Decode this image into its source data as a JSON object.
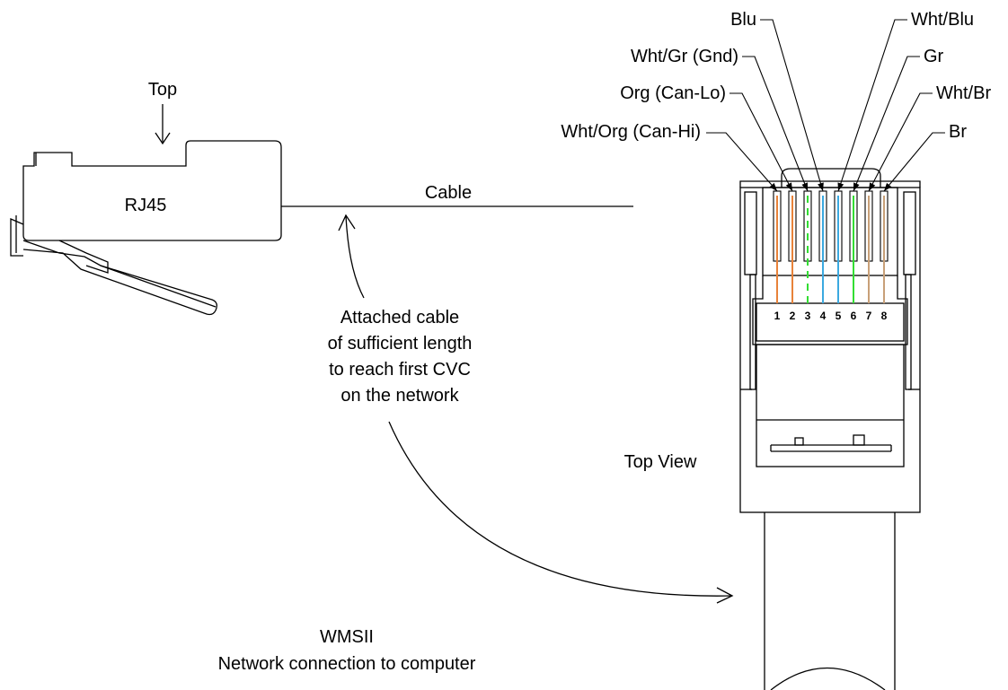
{
  "plug_side": {
    "name": "RJ45",
    "top_label": "Top"
  },
  "cable_label": "Cable",
  "cable_note": [
    "Attached cable",
    "of sufficient length",
    "to reach first CVC",
    "on the network"
  ],
  "top_view_label": "Top View",
  "footer": {
    "line1": "WMSII",
    "line2": "Network connection to computer"
  },
  "wire_labels": {
    "pin1": "Wht/Org (Can-Hi)",
    "pin2": "Org (Can-Lo)",
    "pin3": "Wht/Gr (Gnd)",
    "pin4": "Blu",
    "pin5": "Wht/Blu",
    "pin6": "Gr",
    "pin7": "Wht/Br",
    "pin8": "Br"
  },
  "pins": [
    {
      "number": "1",
      "color": "#E8823A",
      "striped": false
    },
    {
      "number": "2",
      "color": "#E8823A",
      "striped": false
    },
    {
      "number": "3",
      "color": "#33DD33",
      "striped": true
    },
    {
      "number": "4",
      "color": "#3BA9E0",
      "striped": false
    },
    {
      "number": "5",
      "color": "#3BA9E0",
      "striped": false
    },
    {
      "number": "6",
      "color": "#33DD33",
      "striped": false
    },
    {
      "number": "7",
      "color": "#C8A078",
      "striped": false
    },
    {
      "number": "8",
      "color": "#C8A078",
      "striped": false
    }
  ]
}
